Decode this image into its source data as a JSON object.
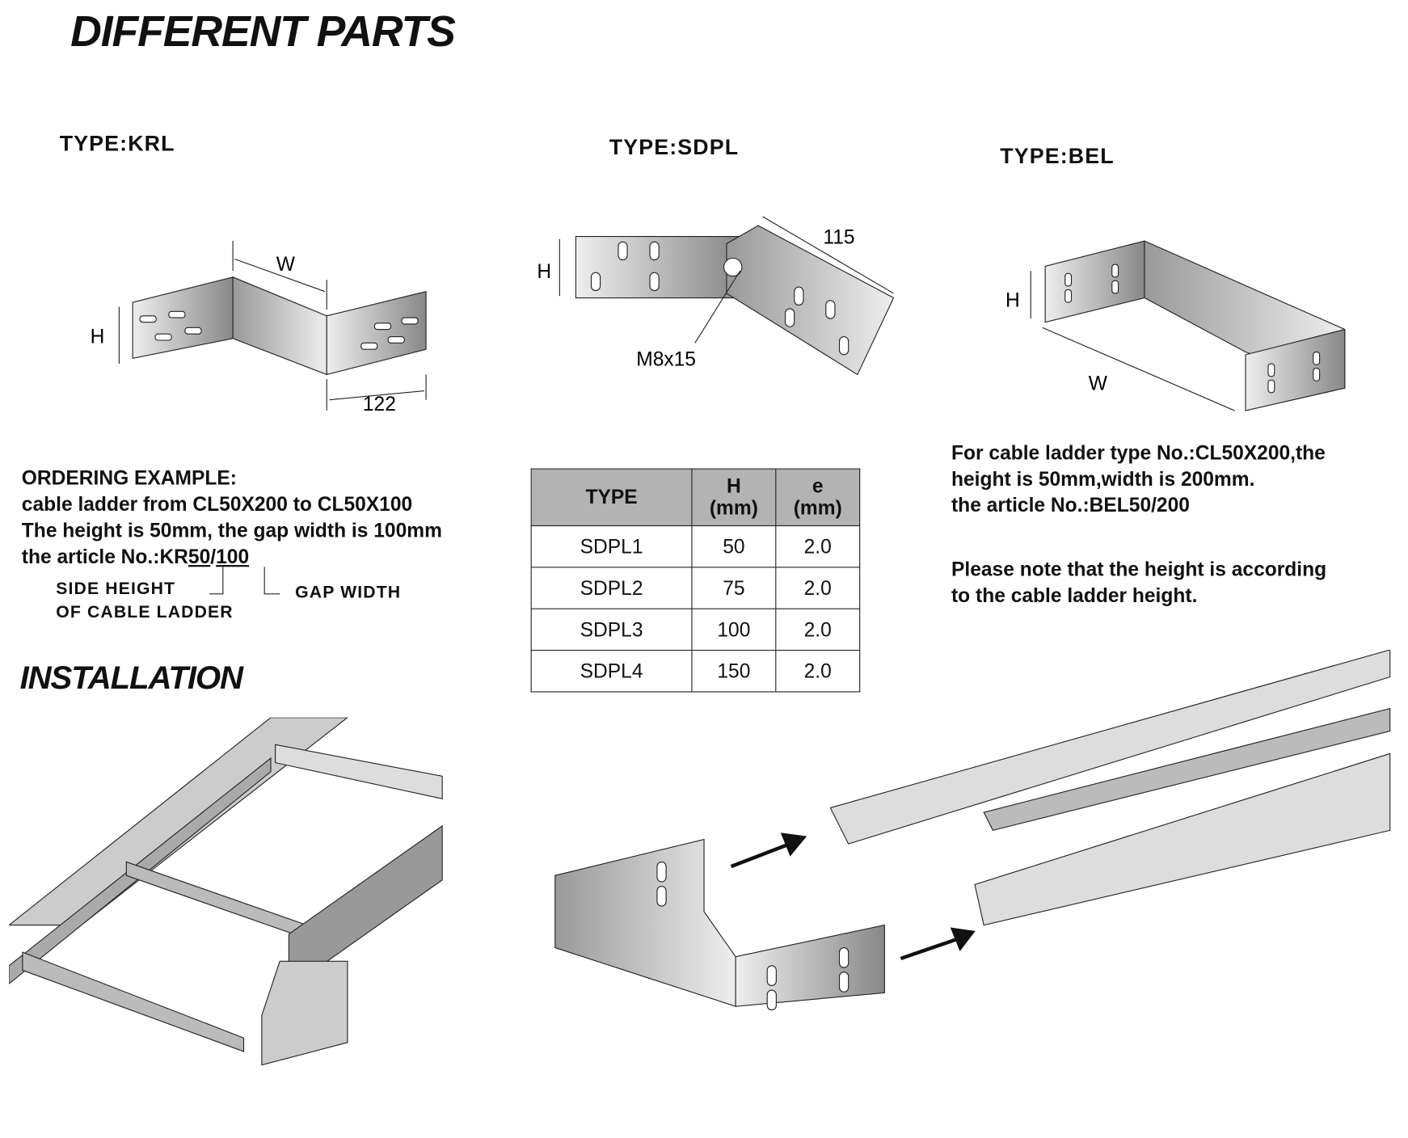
{
  "title": "DIFFERENT PARTS",
  "parts": [
    {
      "label": "TYPE:KRL",
      "dims": {
        "h": "H",
        "w": "W",
        "len": "122"
      }
    },
    {
      "label": "TYPE:SDPL",
      "dims": {
        "h": "H",
        "len": "115",
        "bolt": "M8x15"
      }
    },
    {
      "label": "TYPE:BEL",
      "dims": {
        "h": "H",
        "w": "W"
      }
    }
  ],
  "ordering": {
    "heading": "ORDERING EXAMPLE:",
    "line1": "cable ladder from CL50X200 to CL50X100",
    "line2": "The height is 50mm, the gap width is 100mm",
    "line3_prefix": "the article No.:KR",
    "line3_h": "50",
    "line3_sep": "/",
    "line3_w": "100",
    "side_height": "SIDE HEIGHT",
    "side_height2": "OF CABLE LADDER",
    "gap_width": "GAP WIDTH"
  },
  "table": {
    "headers": [
      [
        "TYPE",
        ""
      ],
      [
        "H",
        "(mm)"
      ],
      [
        "e",
        "(mm)"
      ]
    ],
    "rows": [
      [
        "SDPL1",
        "50",
        "2.0"
      ],
      [
        "SDPL2",
        "75",
        "2.0"
      ],
      [
        "SDPL3",
        "100",
        "2.0"
      ],
      [
        "SDPL4",
        "150",
        "2.0"
      ]
    ]
  },
  "bel_note": {
    "line1": "For cable ladder type No.:CL50X200,the",
    "line2": "height is 50mm,width is 200mm.",
    "line3": "the article No.:BEL50/200",
    "line4": "Please note that the height is according",
    "line5": "to the cable ladder height."
  },
  "installation": "INSTALLATION"
}
